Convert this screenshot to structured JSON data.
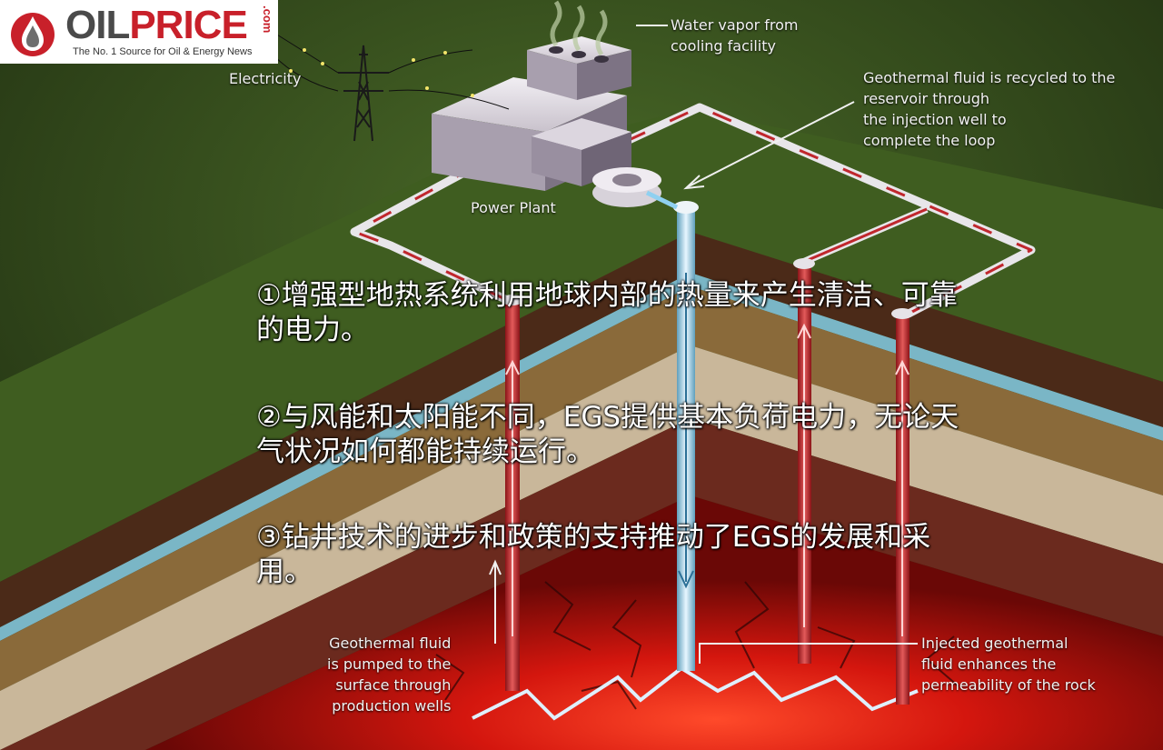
{
  "logo": {
    "word_oil": "OIL",
    "word_price": "PRICE",
    "dot_com": ".com",
    "tagline": "The No. 1 Source for Oil & Energy News",
    "colors": {
      "red": "#c8202a",
      "gray": "#4a4a4a"
    }
  },
  "diagram_labels": {
    "water_vapor": "Water vapor from\ncooling facility",
    "electricity": "Electricity",
    "power_plant": "Power Plant",
    "recycle": "Geothermal fluid is recycled to the\nreservoir through\nthe injection well to\ncomplete the loop",
    "production": "Geothermal fluid\nis pumped to the\nsurface through\nproduction wells",
    "injected": "Injected geothermal\nfluid enhances the\npermeability of the rock"
  },
  "overlay": {
    "point_1": "①增强型地热系统利用地球内部的热量来产生清洁、可靠的电力。",
    "point_2": "②与风能和太阳能不同，EGS提供基本负荷电力，无论天气状况如何都能持续运行。",
    "point_3": "③钻井技术的进步和政策的支持推动了EGS的发展和采用。"
  },
  "colors": {
    "ground": "#3d5a1f",
    "hot_pipe": "#c0272d",
    "cold_pipe": "#8fc8e0",
    "magma": "#d11a10"
  }
}
